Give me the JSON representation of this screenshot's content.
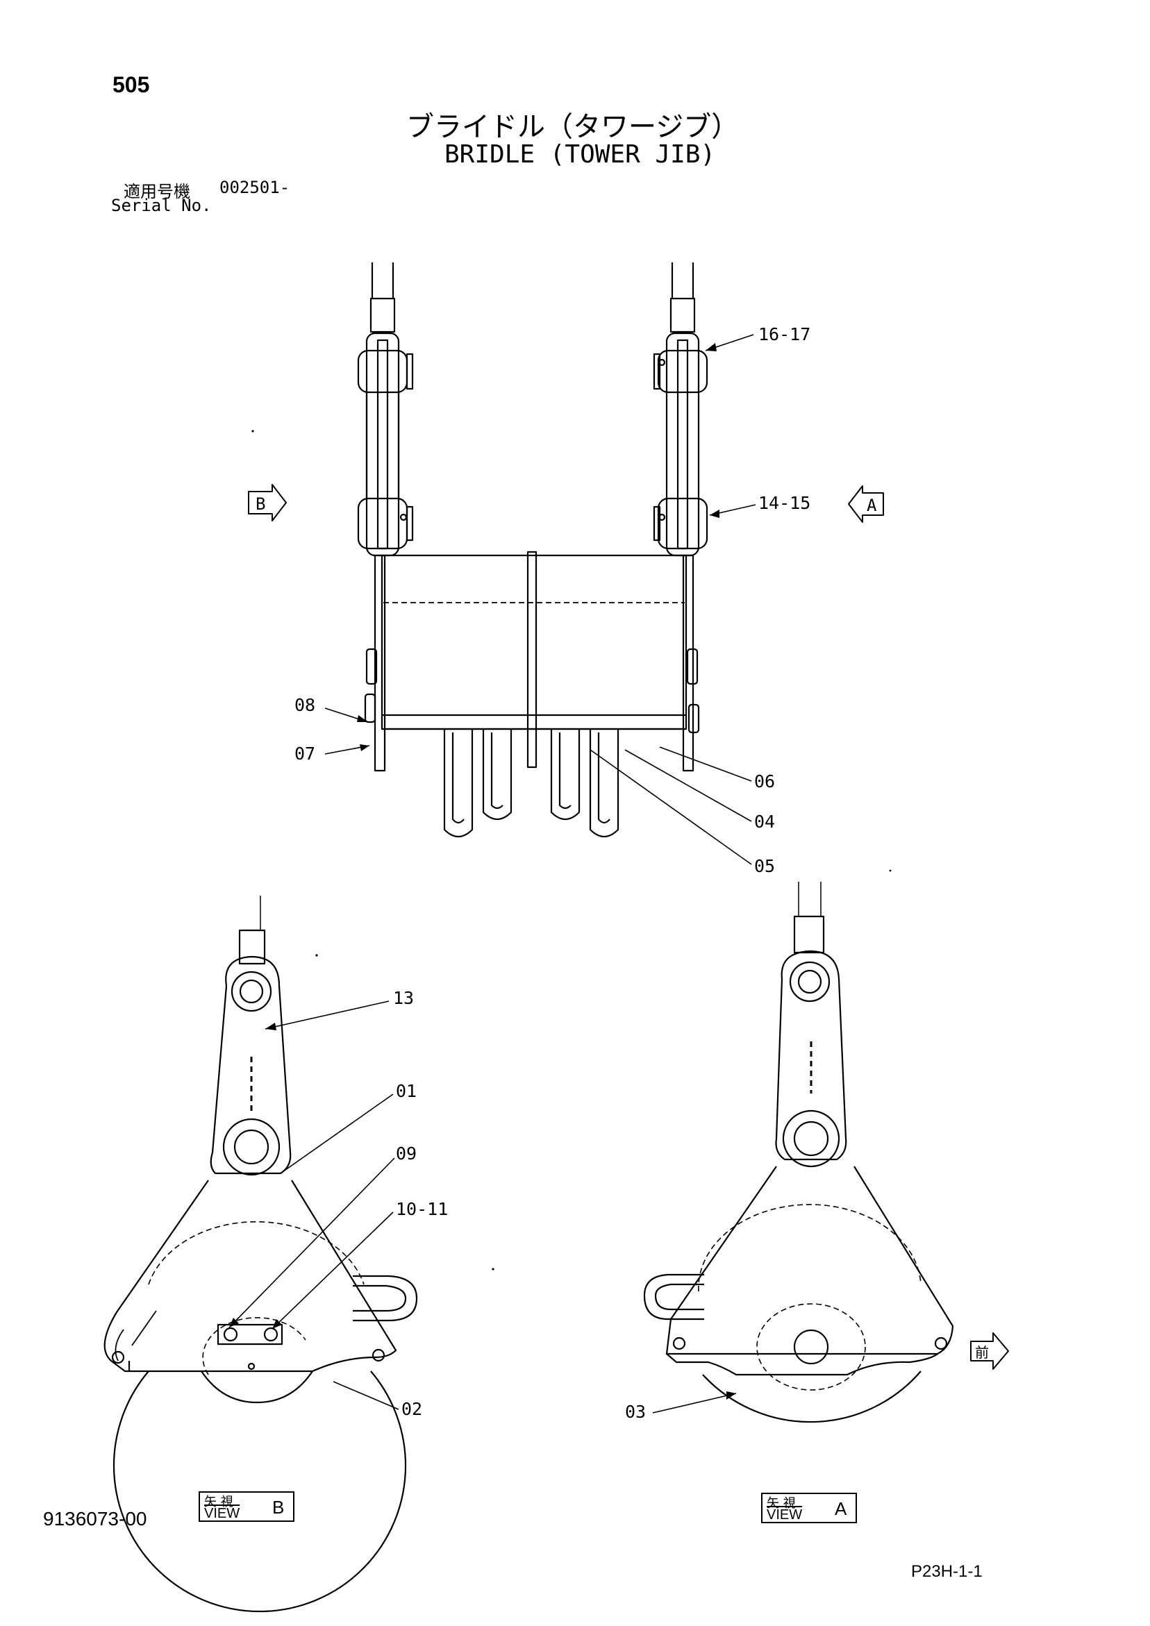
{
  "header": {
    "page_number": "505",
    "title_ja": "ブライドル（タワージブ）",
    "title_en": "BRIDLE (TOWER JIB)",
    "serial_label_ja": "適用号機",
    "serial_value": "002501-",
    "serial_label_en": "Serial No."
  },
  "callouts": {
    "c16_17": "16-17",
    "c14_15": "14-15",
    "c08": "08",
    "c07": "07",
    "c06": "06",
    "c04": "04",
    "c05": "05",
    "c13": "13",
    "c01": "01",
    "c09": "09",
    "c10_11": "10-11",
    "c02": "02",
    "c03": "03"
  },
  "view_arrows": {
    "b": "B",
    "a": "A",
    "front": "前"
  },
  "view_labels": {
    "b": {
      "ja": "矢 視",
      "en": "VIEW",
      "letter": "B"
    },
    "a": {
      "ja": "矢 視",
      "en": "VIEW",
      "letter": "A"
    }
  },
  "footer": {
    "drawing_number": "9136073-00",
    "page_code": "P23H-1-1"
  }
}
